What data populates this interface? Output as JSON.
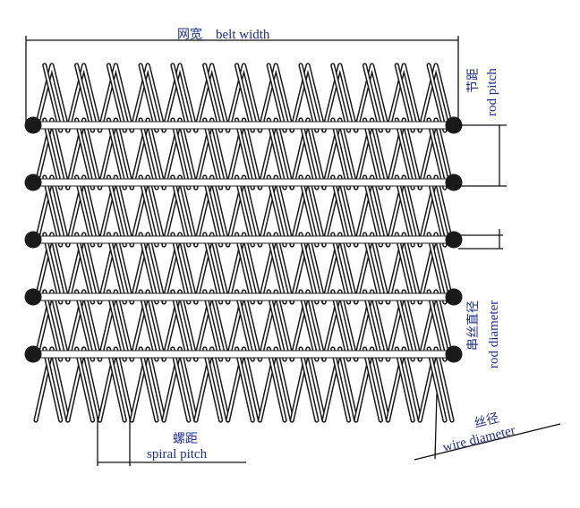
{
  "labels": {
    "belt_width_cn": "网宽",
    "belt_width_en": "belt  width",
    "rod_pitch_cn": "节距",
    "rod_pitch_en": "rod  pitch",
    "rod_diameter_cn": "串丝直径",
    "rod_diameter_en": "rod  diameter",
    "wire_diameter_cn": "丝径",
    "wire_diameter_en": "wire diameter",
    "spiral_pitch_cn": "螺距",
    "spiral_pitch_en": "spiral  pitch"
  },
  "mesh": {
    "rods": 5,
    "spirals_per_row": 13
  },
  "colors": {
    "label": "#1f2f88",
    "line": "#111111",
    "rod_end": "#1a1a1a"
  }
}
